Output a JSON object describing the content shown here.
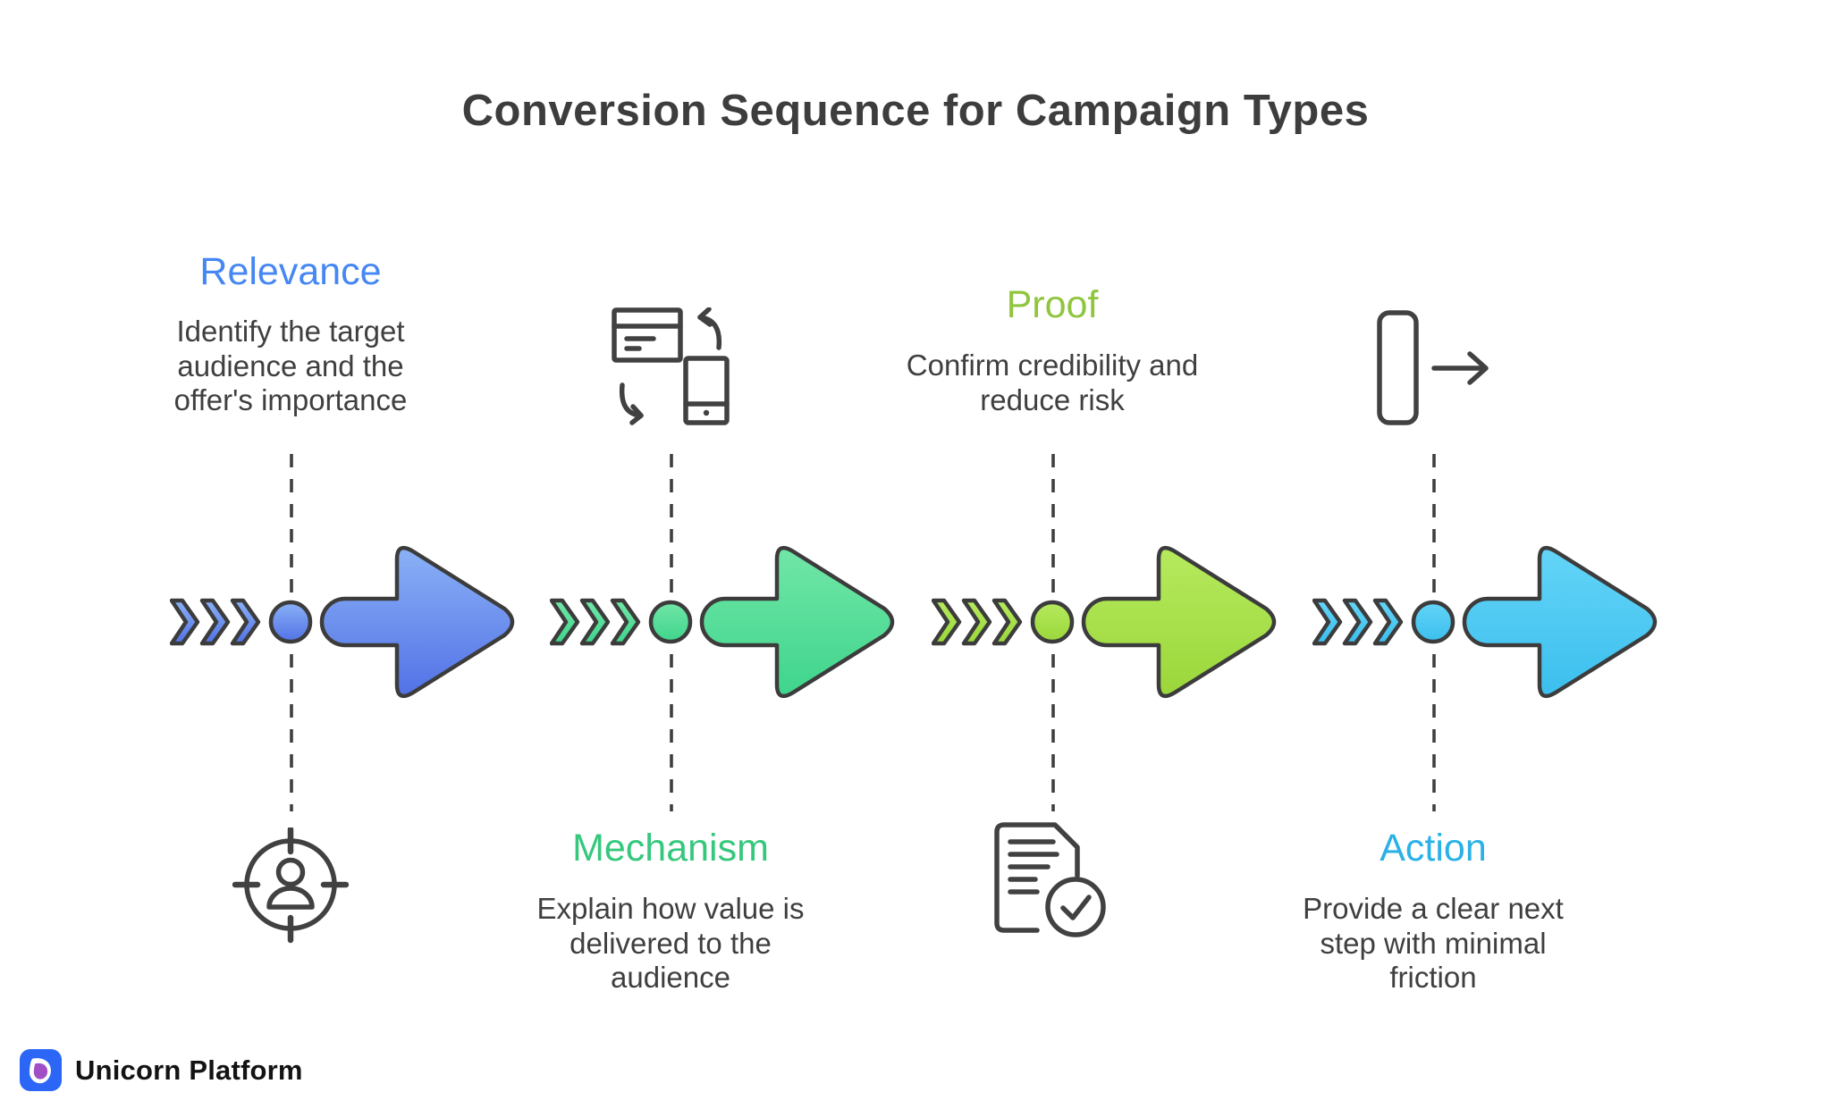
{
  "title": "Conversion Sequence for Campaign Types",
  "stages": [
    {
      "label": "Relevance",
      "description": "Identify the target audience and the offer's importance",
      "label_color": "#4687f4",
      "arrow_gradient": [
        "#8ab1f6",
        "#5272e6"
      ],
      "icon": "audience-target-icon",
      "text_position": "top",
      "icon_position": "bottom"
    },
    {
      "label": "Mechanism",
      "description": "Explain how value is delivered to the audience",
      "label_color": "#35c87d",
      "arrow_gradient": [
        "#71e6a7",
        "#3fd58c"
      ],
      "icon": "card-phone-sync-icon",
      "text_position": "bottom",
      "icon_position": "top"
    },
    {
      "label": "Proof",
      "description": "Confirm credibility and reduce risk",
      "label_color": "#90c53e",
      "arrow_gradient": [
        "#b6ea5e",
        "#9ad73a"
      ],
      "icon": "document-check-icon",
      "text_position": "top",
      "icon_position": "bottom"
    },
    {
      "label": "Action",
      "description": "Provide a clear next step with minimal friction",
      "label_color": "#2cb1e6",
      "arrow_gradient": [
        "#64d4f7",
        "#3bbfee"
      ],
      "icon": "button-next-arrow-icon",
      "text_position": "bottom",
      "icon_position": "top"
    }
  ],
  "colors": {
    "title_text": "#3d3d3d",
    "body_text": "#3f3f3f",
    "outline_stroke": "#3c3c3c",
    "icon_stroke": "#414141",
    "dashed_line": "#3f3f3f",
    "background": "#ffffff"
  },
  "footer": {
    "brand": "Unicorn Platform",
    "logo_background": "#2b66f6",
    "logo_inner": "#a04fc7"
  }
}
